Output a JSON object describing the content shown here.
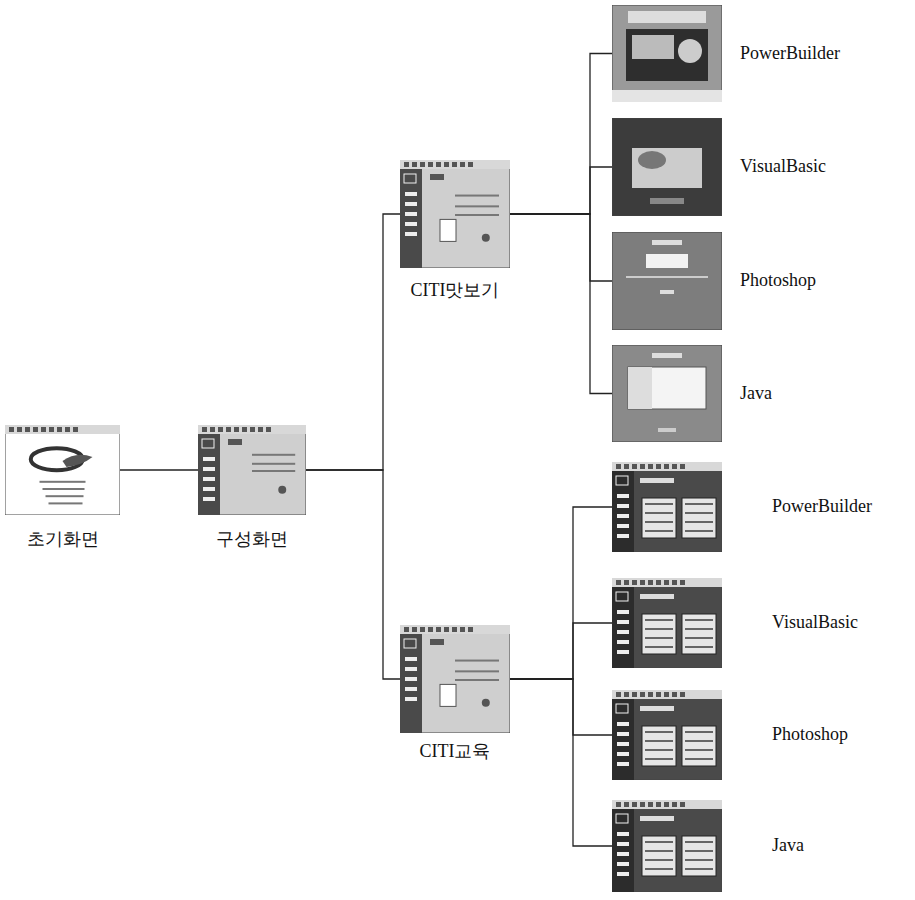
{
  "diagram": {
    "nodes": [
      {
        "text": [
          "초기화면"
        ]
      },
      {
        "text": [
          "구성화면"
        ]
      },
      {
        "text": [
          "CITI맛보기"
        ]
      },
      {
        "text": [
          "CITI교육"
        ]
      },
      {
        "text": [
          "PowerBuilder"
        ]
      },
      {
        "text": [
          "VisualBasic"
        ]
      },
      {
        "text": [
          "Photoshop"
        ]
      },
      {
        "text": [
          "Java"
        ]
      },
      {
        "text": [
          "PowerBuilder"
        ]
      },
      {
        "text": [
          "VisualBasic"
        ]
      },
      {
        "text": [
          "Photoshop"
        ]
      },
      {
        "text": [
          "Java"
        ]
      }
    ],
    "edges": [
      {
        "from": 0,
        "to": 1,
        "arrow": "none"
      },
      {
        "from": 1,
        "to": 2,
        "arrow": "none"
      },
      {
        "from": 1,
        "to": 3,
        "arrow": "none"
      },
      {
        "from": 2,
        "to": 4,
        "arrow": "none"
      },
      {
        "from": 2,
        "to": 5,
        "arrow": "none"
      },
      {
        "from": 2,
        "to": 6,
        "arrow": "none"
      },
      {
        "from": 2,
        "to": 7,
        "arrow": "none"
      },
      {
        "from": 3,
        "to": 8,
        "arrow": "none"
      },
      {
        "from": 3,
        "to": 9,
        "arrow": "none"
      },
      {
        "from": 3,
        "to": 10,
        "arrow": "none"
      },
      {
        "from": 3,
        "to": 11,
        "arrow": "none"
      }
    ]
  }
}
